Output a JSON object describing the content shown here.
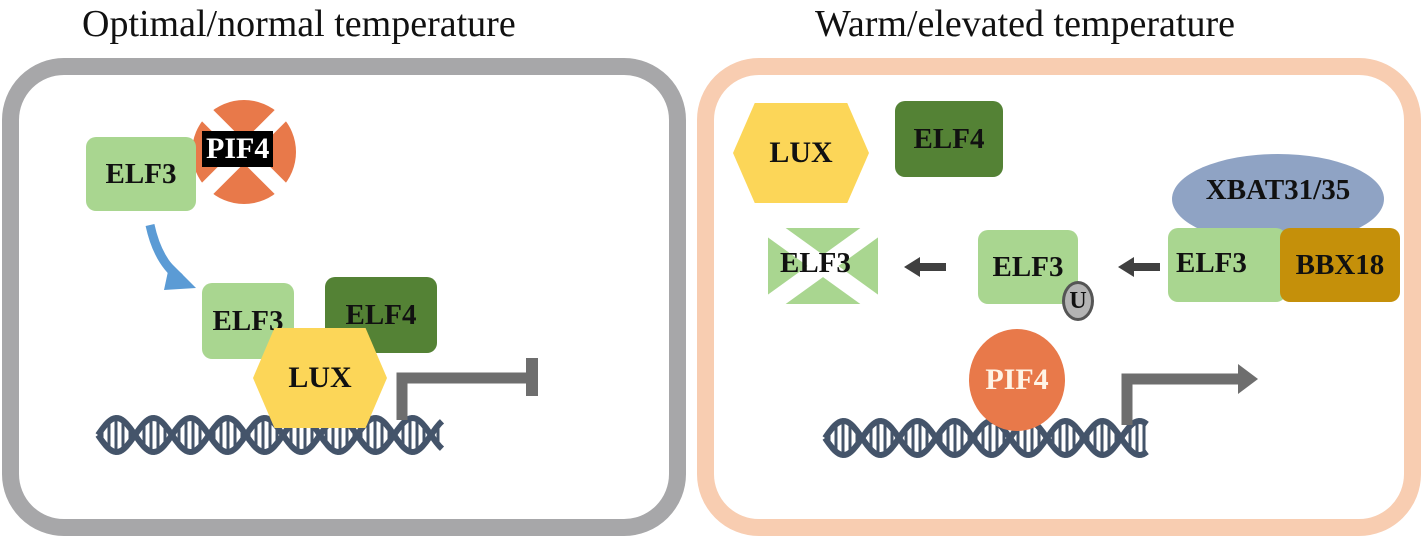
{
  "titles": {
    "left": "Optimal/normal temperature",
    "right": "Warm/elevated temperature"
  },
  "left_panel": {
    "elf3_top": "ELF3",
    "pif4_degraded": "PIF4",
    "elf3_complex": "ELF3",
    "elf4_complex": "ELF4",
    "lux_complex": "LUX",
    "promoter_state": "repressed"
  },
  "right_panel": {
    "lux_free": "LUX",
    "elf4_free": "ELF4",
    "xbat": "XBAT31/35",
    "elf3_bound": "ELF3",
    "bbx18": "BBX18",
    "elf3_ubiquitinated": "ELF3",
    "ubiquitin": "U",
    "elf3_degraded": "ELF3",
    "pif4_active": "PIF4",
    "promoter_state": "activated"
  },
  "colors": {
    "elf3": "#a9d690",
    "elf4": "#548235",
    "lux": "#fcd658",
    "pif4": "#e8794a",
    "xbat": "#8fa3c4",
    "bbx18": "#c5900a",
    "dna": "#44546a",
    "arrow_blue": "#5b9bd5",
    "arrow_dark": "#404040",
    "promoter_arrow": "#6e6e6e",
    "left_border": "#a7a7a9",
    "right_border": "#f8cdb1"
  }
}
